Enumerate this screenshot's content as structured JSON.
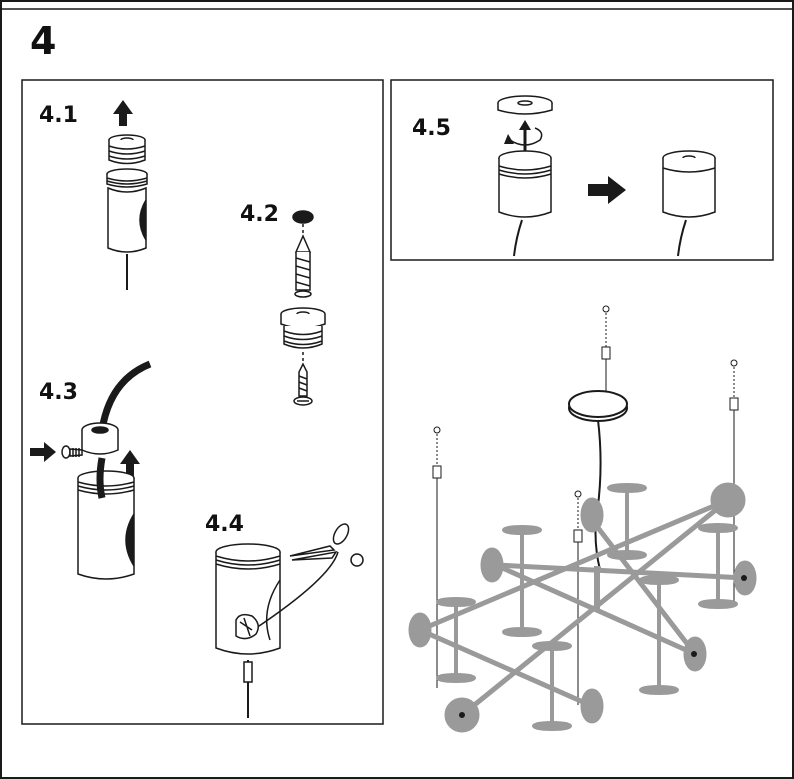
{
  "step": {
    "number": "4",
    "substeps": [
      {
        "id": "4.1",
        "label": "4.1"
      },
      {
        "id": "4.2",
        "label": "4.2"
      },
      {
        "id": "4.3",
        "label": "4.3"
      },
      {
        "id": "4.4",
        "label": "4.4"
      },
      {
        "id": "4.5",
        "label": "4.5"
      }
    ]
  },
  "colors": {
    "line": "#1a1a1a",
    "fixture_gray": "#9a9a9a",
    "background": "#ffffff"
  },
  "icons": [
    "arrow-up-icon",
    "arrow-right-icon",
    "rotate-icon",
    "scissors-icon",
    "screw-icon",
    "anchor-icon"
  ]
}
